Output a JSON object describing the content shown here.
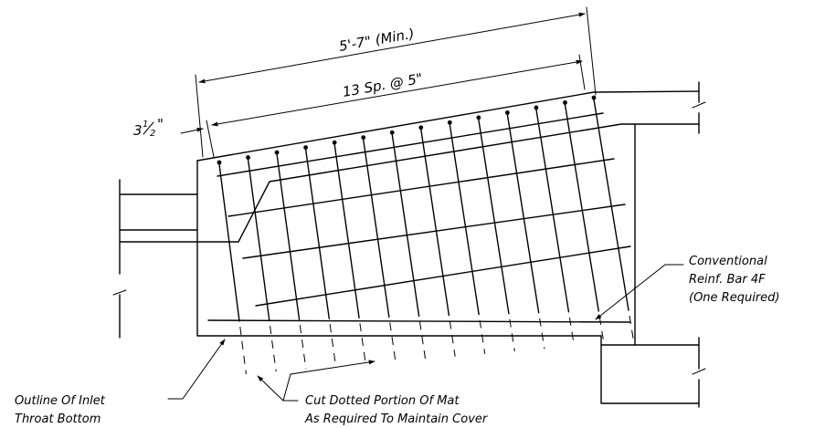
{
  "dimensions": {
    "overall": "5'-7\" (Min.)",
    "spacing": "13 Sp. @ 5\"",
    "edge_main": "3",
    "edge_num": "1",
    "edge_den": "2",
    "edge_unit": "\""
  },
  "labels": {
    "reinf_bar_line1": "Conventional",
    "reinf_bar_line2": "Reinf. Bar 4F",
    "reinf_bar_line3": "(One Required)",
    "outline_line1": "Outline Of Inlet",
    "outline_line2": "Throat Bottom",
    "cut_line1": "Cut Dotted Portion Of Mat",
    "cut_line2": "As Required To Maintain Cover"
  }
}
